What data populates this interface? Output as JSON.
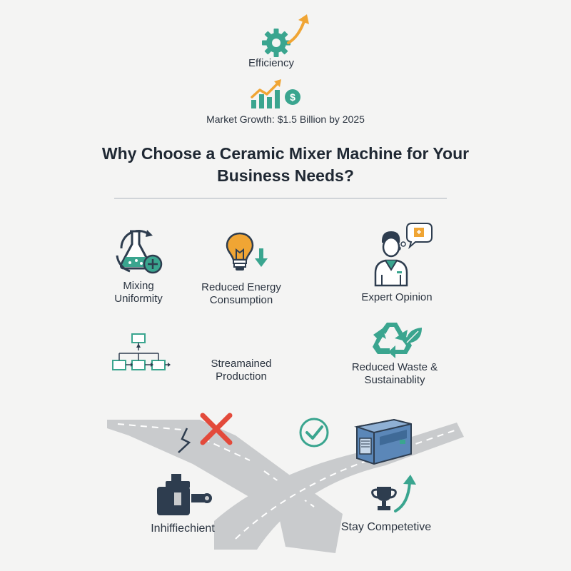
{
  "header": {
    "efficiency_label": "Efficiency",
    "market_growth_label": "Market Growth: $1.5 Billion by 2025"
  },
  "title": "Why Choose a Ceramic Mixer Machine for Your Business Needs?",
  "benefits": {
    "mixing_uniformity": "Mixing Uniformity",
    "reduced_energy": "Reduced Energy Consumption",
    "expert_opinion": "Expert Opinion",
    "streamlined_production": "Streamained Production",
    "reduced_waste": "Reduced Waste & Sustainablity"
  },
  "roads": {
    "inefficient_label": "Inhiffiechient",
    "competitive_label": "Stay Competetive"
  },
  "colors": {
    "teal": "#3aa58f",
    "navy": "#2e3d4f",
    "orange": "#f0a534",
    "red": "#e34a3b",
    "road": "#c9cbcd",
    "machine_blue": "#5b87b8"
  },
  "icons": [
    "gear-icon",
    "growth-arrow-icon",
    "bar-chart-dollar-icon",
    "flask-icon",
    "lightbulb-icon",
    "down-arrow-icon",
    "expert-icon",
    "flowchart-icon",
    "recycle-icon",
    "leaf-icon",
    "cross-icon",
    "check-icon",
    "machine-icon",
    "ceramic-machine-icon",
    "trophy-icon"
  ]
}
